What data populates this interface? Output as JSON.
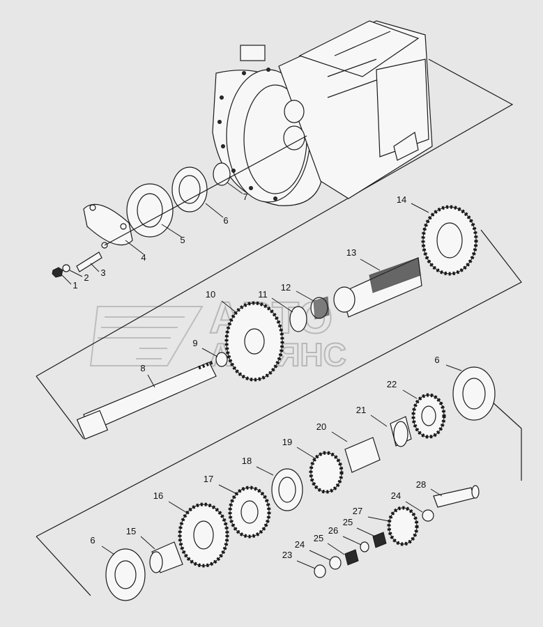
{
  "watermark": {
    "line1": "АВТО",
    "line2": "АЛЬЯНС"
  },
  "parts": [
    {
      "id": "p1",
      "label": "1",
      "name": "bolt"
    },
    {
      "id": "p2",
      "label": "2",
      "name": "washer"
    },
    {
      "id": "p3",
      "label": "3",
      "name": "stud"
    },
    {
      "id": "p4",
      "label": "4",
      "name": "cover"
    },
    {
      "id": "p5",
      "label": "5",
      "name": "gasket"
    },
    {
      "id": "p6a",
      "label": "6",
      "name": "bearing"
    },
    {
      "id": "p7",
      "label": "7",
      "name": "snap-ring"
    },
    {
      "id": "p8",
      "label": "8",
      "name": "input-shaft"
    },
    {
      "id": "p9",
      "label": "9",
      "name": "ring"
    },
    {
      "id": "p10",
      "label": "10",
      "name": "gear"
    },
    {
      "id": "p11",
      "label": "11",
      "name": "washer"
    },
    {
      "id": "p12",
      "label": "12",
      "name": "needle-bearing"
    },
    {
      "id": "p13",
      "label": "13",
      "name": "splined-shaft"
    },
    {
      "id": "p14",
      "label": "14",
      "name": "gear"
    },
    {
      "id": "p6b",
      "label": "6",
      "name": "bearing"
    },
    {
      "id": "p22",
      "label": "22",
      "name": "gear"
    },
    {
      "id": "p21",
      "label": "21",
      "name": "bushing"
    },
    {
      "id": "p20",
      "label": "20",
      "name": "needle-bearing"
    },
    {
      "id": "p19",
      "label": "19",
      "name": "gear"
    },
    {
      "id": "p18",
      "label": "18",
      "name": "sleeve"
    },
    {
      "id": "p17",
      "label": "17",
      "name": "gear"
    },
    {
      "id": "p16",
      "label": "16",
      "name": "gear"
    },
    {
      "id": "p15",
      "label": "15",
      "name": "bushing"
    },
    {
      "id": "p6c",
      "label": "6",
      "name": "bearing"
    },
    {
      "id": "p28",
      "label": "28",
      "name": "axle"
    },
    {
      "id": "p24a",
      "label": "24",
      "name": "washer"
    },
    {
      "id": "p27",
      "label": "27",
      "name": "gear"
    },
    {
      "id": "p25a",
      "label": "25",
      "name": "needle-bearing"
    },
    {
      "id": "p26",
      "label": "26",
      "name": "ring"
    },
    {
      "id": "p25b",
      "label": "25",
      "name": "needle-bearing"
    },
    {
      "id": "p24b",
      "label": "24",
      "name": "washer"
    },
    {
      "id": "p23",
      "label": "23",
      "name": "washer"
    }
  ]
}
